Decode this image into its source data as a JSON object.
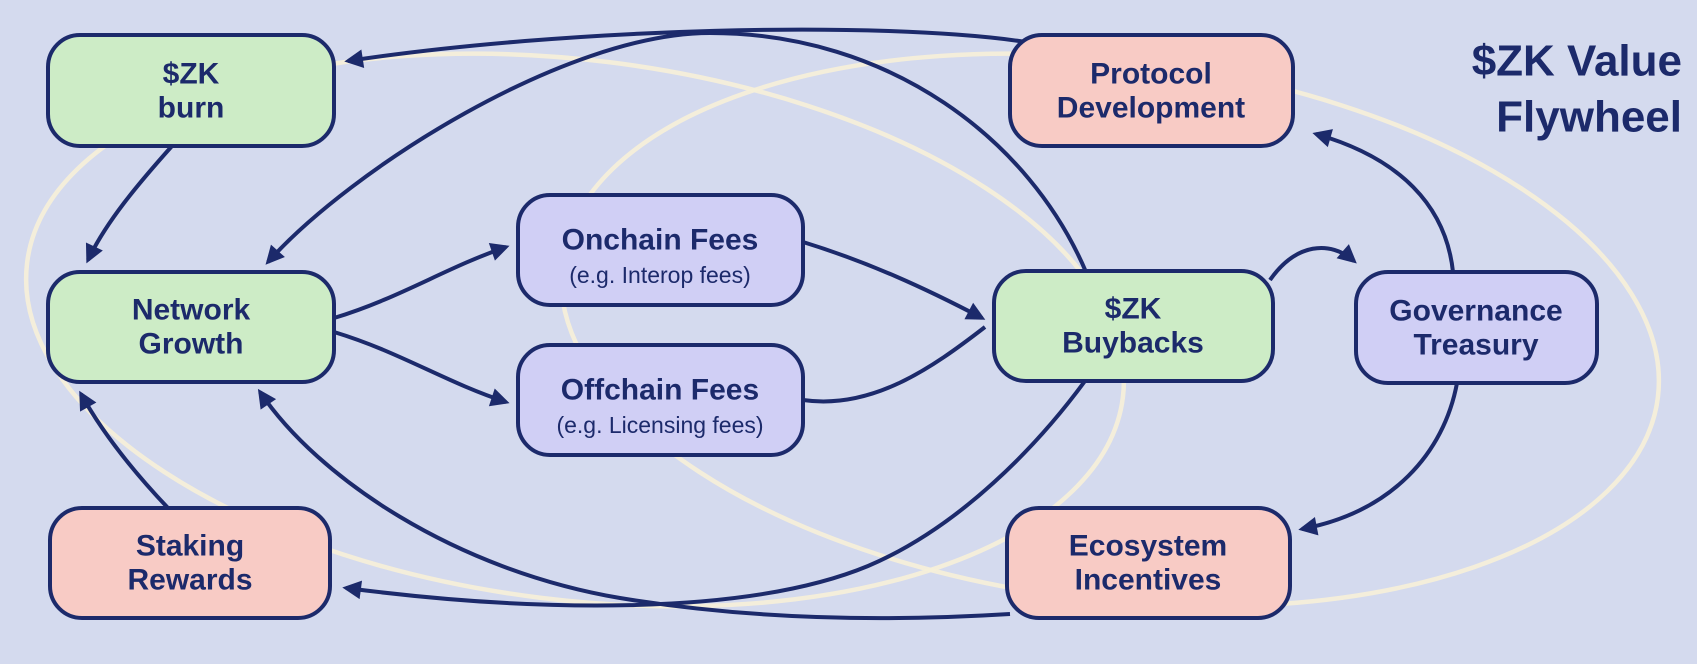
{
  "title": {
    "lines": [
      "$ZK Value",
      "Flywheel"
    ]
  },
  "nodes": {
    "zk_burn": {
      "lines": [
        "$ZK",
        "burn"
      ],
      "color": "green"
    },
    "network_growth": {
      "lines": [
        "Network",
        "Growth"
      ],
      "color": "green"
    },
    "staking_rewards": {
      "lines": [
        "Staking",
        "Rewards"
      ],
      "color": "pink"
    },
    "onchain_fees": {
      "lines": [
        "Onchain Fees"
      ],
      "sub": "(e.g. Interop fees)",
      "color": "lavender"
    },
    "offchain_fees": {
      "lines": [
        "Offchain Fees"
      ],
      "sub": "(e.g. Licensing fees)",
      "color": "lavender"
    },
    "zk_buybacks": {
      "lines": [
        "$ZK",
        "Buybacks"
      ],
      "color": "green"
    },
    "protocol_development": {
      "lines": [
        "Protocol",
        "Development"
      ],
      "color": "pink"
    },
    "governance_treasury": {
      "lines": [
        "Governance",
        "Treasury"
      ],
      "color": "lavender"
    },
    "ecosystem_incentives": {
      "lines": [
        "Ecosystem",
        "Incentives"
      ],
      "color": "pink"
    }
  },
  "edges": [
    {
      "from": "Network Growth",
      "to": "Onchain Fees"
    },
    {
      "from": "Network Growth",
      "to": "Offchain Fees"
    },
    {
      "from": "Onchain Fees",
      "to": "$ZK Buybacks"
    },
    {
      "from": "Offchain Fees",
      "to": "$ZK Buybacks"
    },
    {
      "from": "$ZK Buybacks",
      "to": "Governance Treasury"
    },
    {
      "from": "Governance Treasury",
      "to": "Protocol Development"
    },
    {
      "from": "Governance Treasury",
      "to": "Ecosystem Incentives"
    },
    {
      "from": "Protocol Development",
      "to": "$ZK burn"
    },
    {
      "from": "$ZK Buybacks",
      "to": "Network Growth"
    },
    {
      "from": "$ZK burn",
      "to": "Network Growth"
    },
    {
      "from": "Staking Rewards",
      "to": "Network Growth"
    },
    {
      "from": "Ecosystem Incentives",
      "to": "Network Growth"
    },
    {
      "from": "$ZK Buybacks",
      "to": "Staking Rewards"
    }
  ],
  "colors": {
    "background": "#d4daee",
    "node_green": "#cdecc6",
    "node_pink": "#f8cbc5",
    "node_lavender": "#d0cff5",
    "stroke_navy": "#1c2a6b",
    "accent_cream": "#f6efd9"
  }
}
